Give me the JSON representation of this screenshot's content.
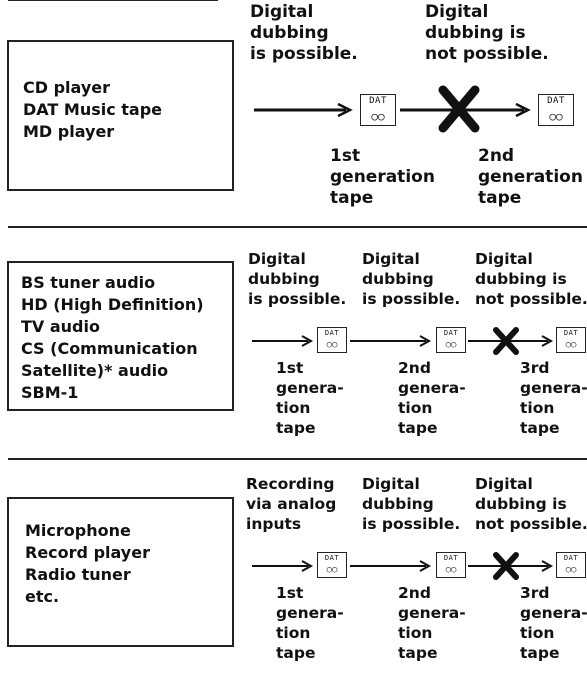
{
  "sections": [
    {
      "sources": [
        "CD player",
        "DAT Music tape",
        "MD player"
      ],
      "stage_labels": [
        "Digital\ndubbing\nis possible.",
        "Digital\ndubbing is\nnot possible."
      ],
      "tapes": [
        {
          "icon": "DAT",
          "label": "1st\ngeneration\ntape"
        },
        {
          "icon": "DAT",
          "label": "2nd\ngeneration\ntape"
        }
      ]
    },
    {
      "sources": [
        "BS tuner audio",
        "HD (High Definition)",
        "TV audio",
        "CS (Communication",
        "Satellite)* audio",
        "SBM-1"
      ],
      "stage_labels": [
        "Digital\ndubbing\nis possible.",
        "Digital\ndubbing\nis possible.",
        "Digital\ndubbing is\nnot possible."
      ],
      "tapes": [
        {
          "icon": "DAT",
          "label": "1st\ngenera-\ntion\ntape"
        },
        {
          "icon": "DAT",
          "label": "2nd\ngenera-\ntion\ntape"
        },
        {
          "icon": "DAT",
          "label": "3rd\ngenera-\ntion\ntape"
        }
      ]
    },
    {
      "sources": [
        "Microphone",
        "Record player",
        "Radio tuner",
        "etc."
      ],
      "stage_labels": [
        "Recording\nvia analog\ninputs",
        "Digital\ndubbing\nis possible.",
        "Digital\ndubbing is\nnot possible."
      ],
      "tapes": [
        {
          "icon": "DAT",
          "label": "1st\ngenera-\ntion\ntape"
        },
        {
          "icon": "DAT",
          "label": "2nd\ngenera-\ntion\ntape"
        },
        {
          "icon": "DAT",
          "label": "3rd\ngenera-\ntion\ntape"
        }
      ]
    }
  ],
  "reel_glyph": "○○",
  "cross_mark_color": "#111111"
}
